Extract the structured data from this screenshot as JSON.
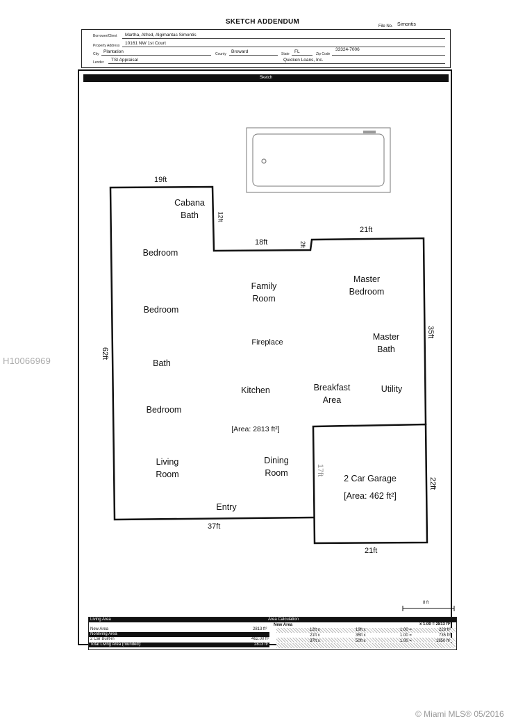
{
  "header": {
    "title": "SKETCH ADDENDUM",
    "file_no_label": "File No.",
    "file_no": "Simontis",
    "borrower_label": "Borrower/Client",
    "borrower": "Martha, Alfred, Algimantas Simontis",
    "address_label": "Property Address",
    "address": "10161 NW 1st Court",
    "city_label": "City",
    "city": "Plantation",
    "county_label": "County",
    "county": "Broward",
    "state_label": "State",
    "state": "FL",
    "zip_label": "Zip Code",
    "zip": "33324-7006",
    "lender_label": "Lender",
    "lender": "TSI Appraisal",
    "lender2": "Quicken Loans, Inc."
  },
  "sketch": {
    "bar_label": "Sketch",
    "rooms": {
      "cabana_bath": "Cabana\nBath",
      "bedroom1": "Bedroom",
      "bedroom2": "Bedroom",
      "bath": "Bath",
      "bedroom3": "Bedroom",
      "living_room": "Living\nRoom",
      "family_room": "Family\nRoom",
      "fireplace": "Fireplace",
      "kitchen": "Kitchen",
      "area_main": "[Area: 2813 ft²]",
      "dining_room": "Dining\nRoom",
      "entry": "Entry",
      "master_bedroom": "Master\nBedroom",
      "master_bath": "Master\nBath",
      "breakfast_area": "Breakfast\nArea",
      "utility": "Utility",
      "garage": "2 Car Garage",
      "area_garage": "[Area: 462 ft²]"
    },
    "dims": {
      "top_19": "19ft",
      "left_12": "12ft",
      "mid_18": "18ft",
      "step_2": "2ft",
      "top_21": "21ft",
      "right_35": "35ft",
      "left_62": "62ft",
      "garage_17": "17ft",
      "garage_22": "22ft",
      "bottom_37": "37ft",
      "bottom_21": "21ft",
      "scale": "8 ft"
    }
  },
  "table": {
    "living_area": "Living Area",
    "area_calc": "Area Calculation",
    "factor": "x 1.00 = 2813 ft²",
    "new_area": "New Area",
    "new_area_val": "2813 ft²",
    "new_area_hdr": "New Area",
    "nonliving": "Nonliving Area",
    "garage_row": "2 Car Built-in",
    "garage_val": "462.00 ft²",
    "total": "Total Living Area (rounded):",
    "total_val": "2813 ft²",
    "r1": [
      "12ft x",
      "19ft x",
      "1.00 =",
      "228 ft²"
    ],
    "r2": [
      "21ft x",
      "35ft x",
      "1.00 =",
      "735 ft²"
    ],
    "r3": [
      "37ft x",
      "50ft x",
      "1.00 =",
      "1850 ft²"
    ]
  },
  "watermark": "H10066969",
  "mls": "© Miami MLS® 05/2016"
}
